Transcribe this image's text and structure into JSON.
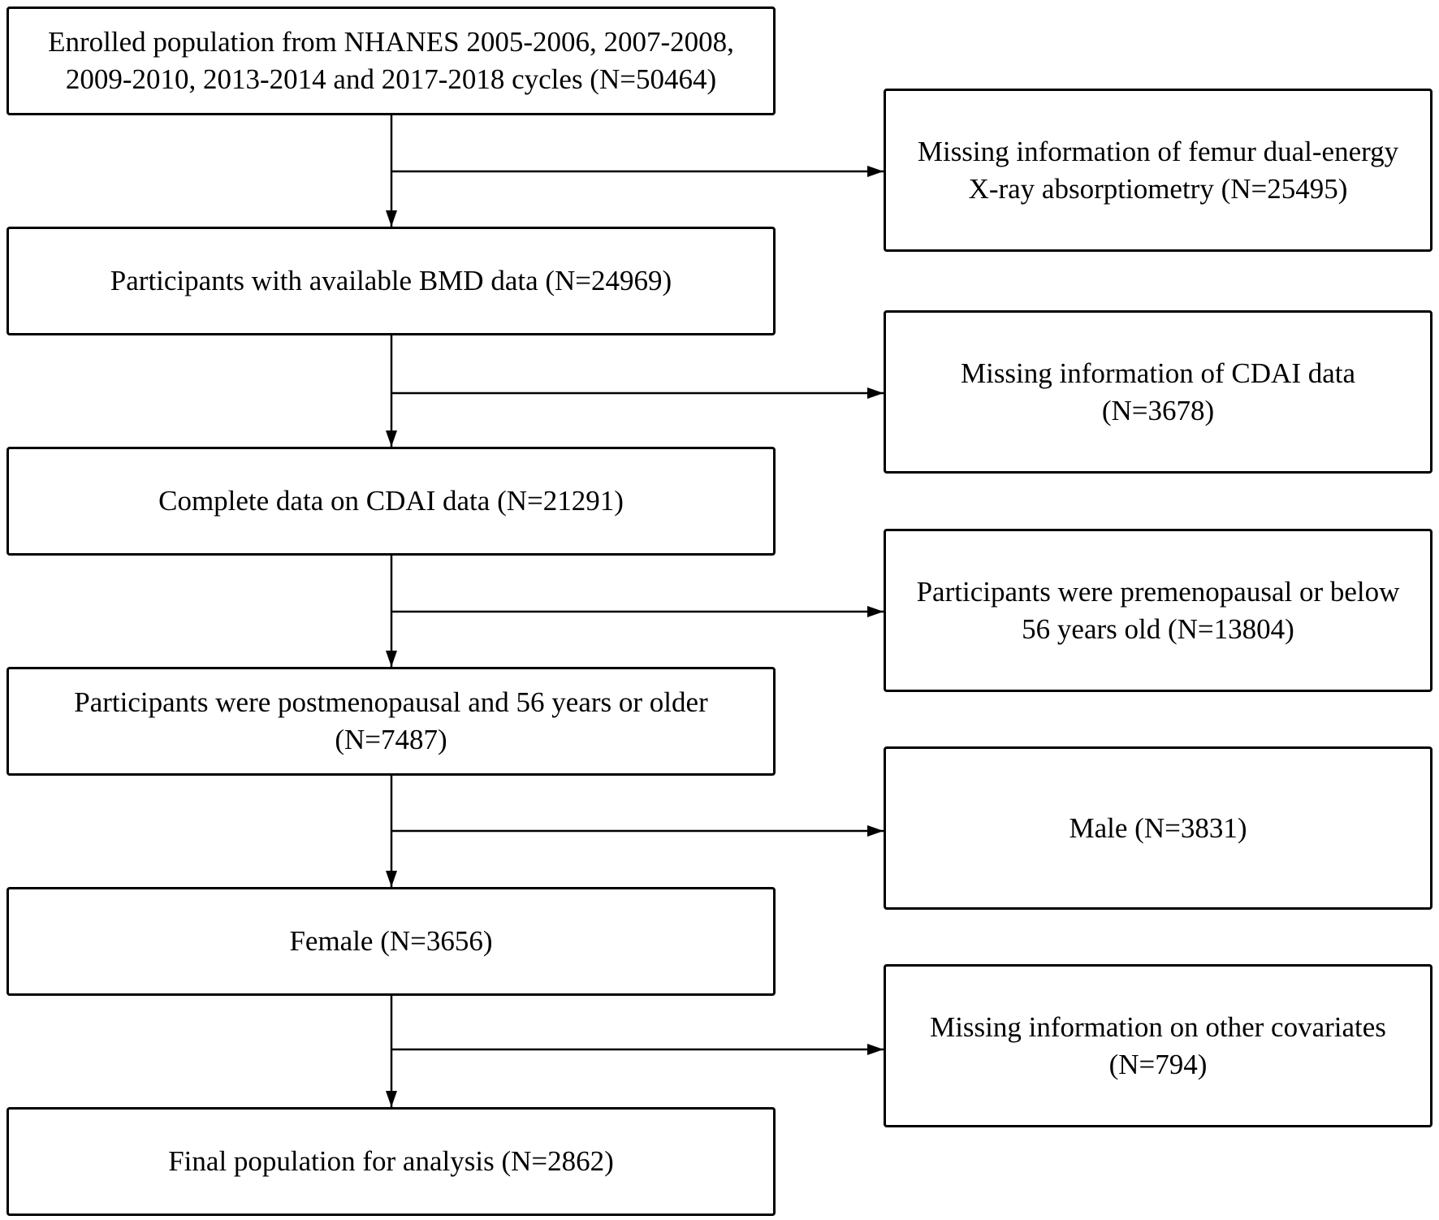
{
  "flowchart": {
    "main_steps": [
      {
        "label": "Enrolled population from NHANES 2005-2006, 2007-2008,\n2009-2010, 2013-2014 and 2017-2018 cycles (N=50464)"
      },
      {
        "label": "Participants with available BMD data (N=24969)"
      },
      {
        "label": "Complete data on CDAI data (N=21291)"
      },
      {
        "label": "Participants were postmenopausal and 56 years or older\n(N=7487)"
      },
      {
        "label": "Female (N=3656)"
      },
      {
        "label": "Final population for analysis (N=2862)"
      }
    ],
    "exclusions": [
      {
        "label": "Missing information of femur dual-energy\nX-ray absorptiometry (N=25495)"
      },
      {
        "label": "Missing information of CDAI data\n(N=3678)"
      },
      {
        "label": "Participants were premenopausal or below\n56 years old (N=13804)"
      },
      {
        "label": "Male (N=3831)"
      },
      {
        "label": "Missing information on other covariates\n(N=794)"
      }
    ]
  }
}
